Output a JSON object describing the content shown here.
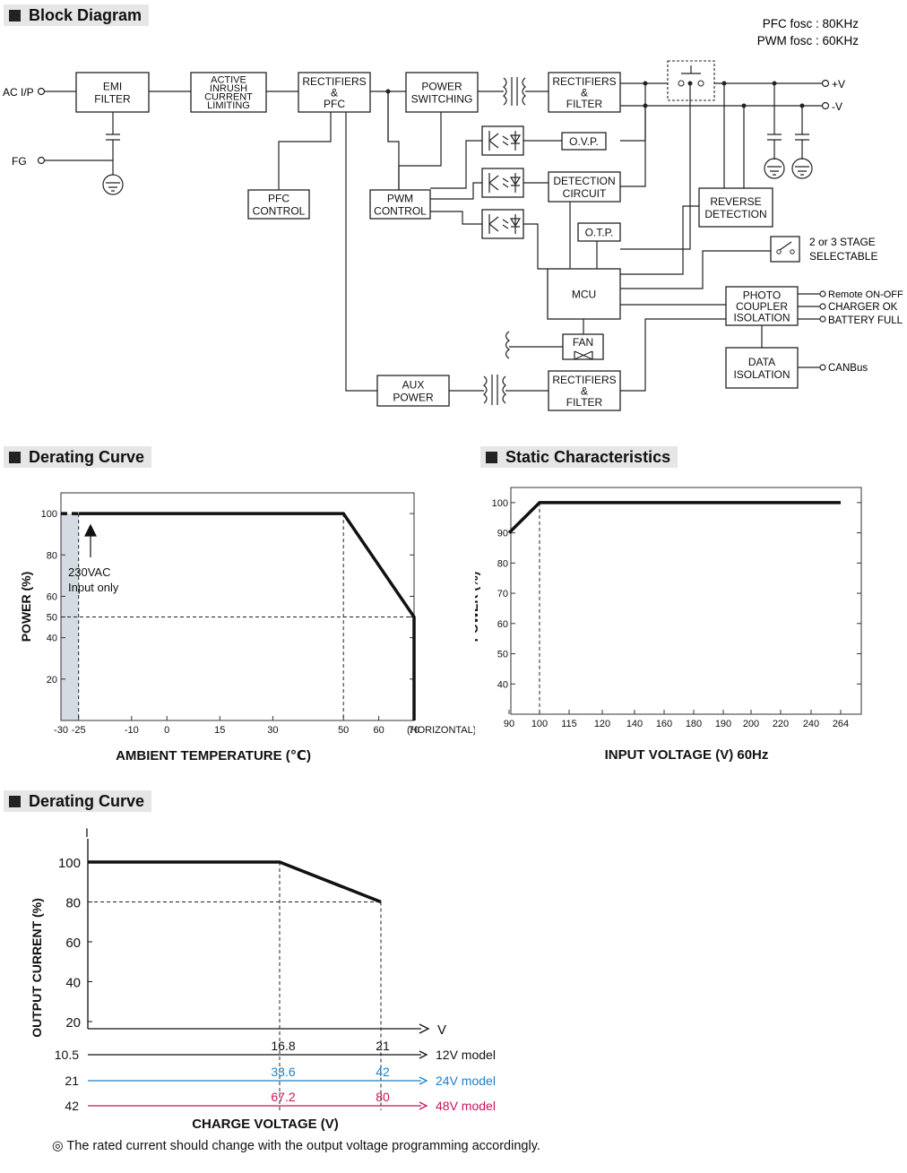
{
  "block_diagram": {
    "section_title": "Block Diagram",
    "freq_pfc": "PFC fosc : 80KHz",
    "freq_pwm": "PWM fosc : 60KHz",
    "terminals": {
      "ac_ip": "AC I/P",
      "fg": "FG",
      "pos_v": "+V",
      "neg_v": "-V",
      "stage_select_l1": "2 or 3 STAGE",
      "stage_select_l2": "SELECTABLE",
      "remote": "Remote ON-OFF",
      "charger_ok": "CHARGER OK",
      "battery_full": "BATTERY FULL",
      "canbus": "CANBus"
    },
    "blocks": {
      "emi_filter": [
        "EMI",
        "FILTER"
      ],
      "active_inrush": [
        "ACTIVE",
        "INRUSH",
        "CURRENT",
        "LIMITING"
      ],
      "rect_pfc": [
        "RECTIFIERS",
        "&",
        "PFC"
      ],
      "power_switching": [
        "POWER",
        "SWITCHING"
      ],
      "rect_filter_main": [
        "RECTIFIERS",
        "&",
        "FILTER"
      ],
      "pfc_control": [
        "PFC",
        "CONTROL"
      ],
      "pwm_control": [
        "PWM",
        "CONTROL"
      ],
      "ovp": [
        "O.V.P."
      ],
      "detection": [
        "DETECTION",
        "CIRCUIT"
      ],
      "otp": [
        "O.T.P."
      ],
      "reverse_detection": [
        "REVERSE",
        "DETECTION"
      ],
      "mcu": [
        "MCU"
      ],
      "photo_coupler": [
        "PHOTO",
        "COUPLER",
        "ISOLATION"
      ],
      "data_isolation": [
        "DATA",
        "ISOLATION"
      ],
      "fan": [
        "FAN"
      ],
      "aux_power": [
        "AUX",
        "POWER"
      ],
      "rect_filter_aux": [
        "RECTIFIERS",
        "&",
        "FILTER"
      ]
    }
  },
  "derating_temp": {
    "section_title": "Derating Curve",
    "annotation_l1": "230VAC",
    "annotation_l2": "Input only",
    "chart_data": {
      "type": "line",
      "xlabel": "AMBIENT TEMPERATURE (℃)",
      "ylabel": "POWER (%)",
      "x_axis_suffix": "(HORIZONTAL)",
      "xticks": [
        -30,
        -25,
        -10,
        0,
        15,
        30,
        50,
        60,
        70
      ],
      "yticks": [
        20,
        40,
        50,
        60,
        80,
        100
      ],
      "xlim": [
        -30,
        70
      ],
      "ylim": [
        0,
        110
      ],
      "series": [
        {
          "x": [
            -25,
            50,
            70,
            70
          ],
          "y": [
            100,
            100,
            50,
            0
          ]
        }
      ],
      "dashed_segment": {
        "x": [
          -30,
          -25
        ],
        "y": [
          100,
          100
        ]
      },
      "shaded_region_x": [
        -30,
        -25
      ]
    }
  },
  "static_char": {
    "section_title": "Static Characteristics",
    "chart_data": {
      "type": "line",
      "xlabel": "INPUT VOLTAGE (V) 60Hz",
      "ylabel": "POWER (%)",
      "xticks": [
        90,
        100,
        115,
        120,
        140,
        160,
        180,
        190,
        200,
        220,
        240,
        264
      ],
      "yticks": [
        40,
        50,
        60,
        70,
        80,
        90,
        100
      ],
      "ylim": [
        30,
        105
      ],
      "series": [
        {
          "x": [
            90,
            100,
            264
          ],
          "y": [
            90,
            100,
            100
          ]
        }
      ]
    }
  },
  "derating_charge": {
    "section_title": "Derating Curve",
    "y_axis_letter": "I",
    "x_axis_letter": "V",
    "note": "◎ The rated current should change with the output voltage programming accordingly.",
    "chart_data": {
      "type": "line",
      "xlabel": "CHARGE VOLTAGE (V)",
      "ylabel": "OUTPUT CURRENT (%)",
      "yticks": [
        20,
        40,
        60,
        80,
        100
      ],
      "series": [
        {
          "x": [
            10.5,
            16.8,
            21
          ],
          "y": [
            100,
            100,
            80
          ]
        }
      ],
      "models": [
        {
          "name": "12V model",
          "start": "10.5",
          "knee": "16.8",
          "end": "21",
          "color": "#111111"
        },
        {
          "name": "24V model",
          "start": "21",
          "knee": "33.6",
          "end": "42",
          "color": "#1a7fc9"
        },
        {
          "name": "48V model",
          "start": "42",
          "knee": "67.2",
          "end": "80",
          "color": "#c8155a"
        }
      ]
    }
  }
}
